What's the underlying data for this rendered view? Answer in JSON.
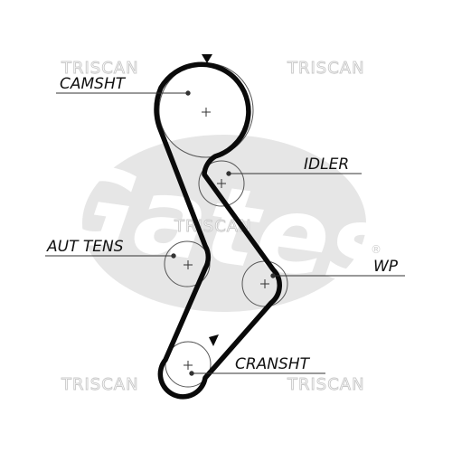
{
  "labels": {
    "camshaft": "CAMSHT",
    "idler": "IDLER",
    "auto_tensioner": "AUT TENS",
    "water_pump": "WP",
    "crankshaft": "CRANSHT"
  },
  "watermarks": [
    "TRISCAN",
    "TRISCAN",
    "TRISCAN",
    "TRISCAN",
    "TRISCAN"
  ],
  "logo": {
    "text": "Gates",
    "trademark": "®"
  },
  "colors": {
    "belt": "#0a0a0a",
    "logo": "#e6e6e6",
    "watermark": "#c8c8c8",
    "leader": "#333333"
  },
  "icons": {
    "direction": "triangle-arrow-icon",
    "pulley_center": "plus-icon"
  }
}
